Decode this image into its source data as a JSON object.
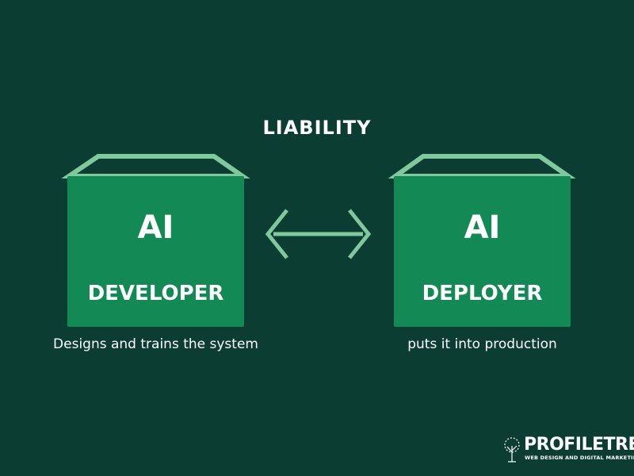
{
  "title": "LIABILITY",
  "left": {
    "ai": "AI",
    "role": "DEVELOPER",
    "caption": "Designs and trains the system"
  },
  "right": {
    "ai": "AI",
    "role": "DEPLOYER",
    "caption": "puts it into production"
  },
  "logo": {
    "name": "PROFILETREE",
    "tagline": "WEB DESIGN AND DIGITAL MARKETING"
  },
  "colors": {
    "background": "#0c3d33",
    "box": "#138a55",
    "outline": "#80c99c"
  }
}
